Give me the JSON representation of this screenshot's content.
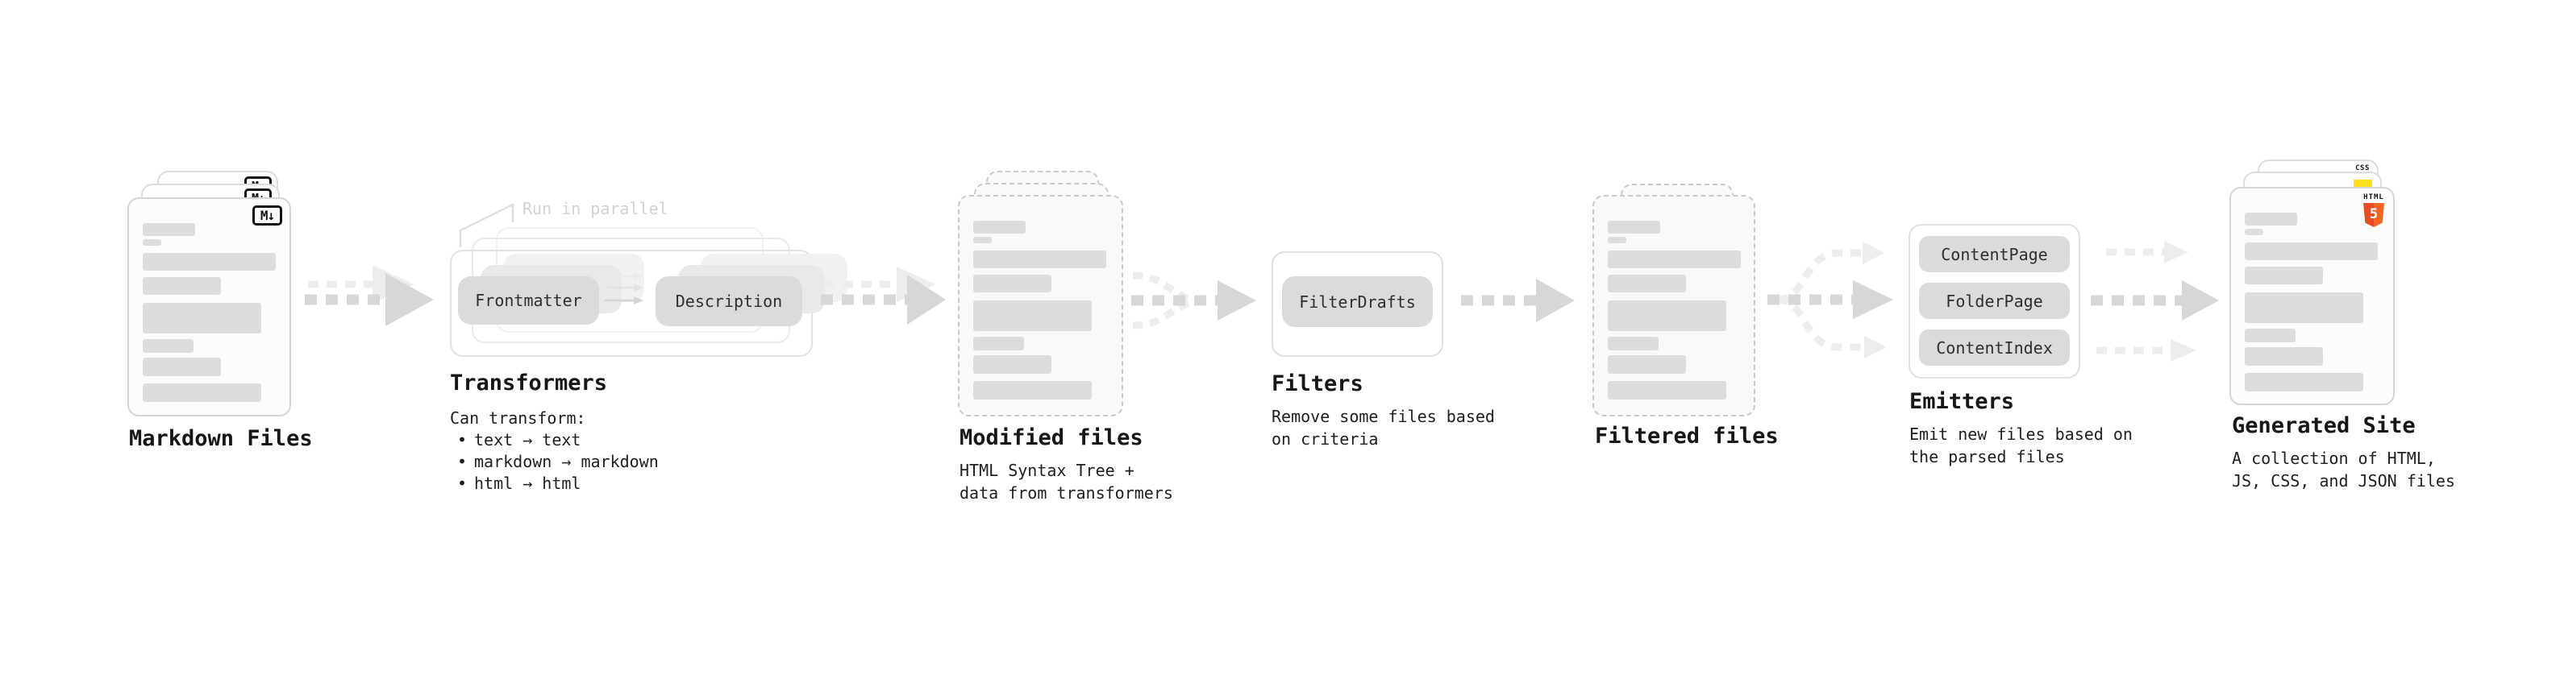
{
  "stages": {
    "markdown": {
      "title": "Markdown Files"
    },
    "transformers": {
      "title": "Transformers",
      "annotation": "Run in parallel",
      "pills": [
        "Frontmatter",
        "Description"
      ],
      "desc_heading": "Can transform:",
      "bullet_char": "•",
      "bullets": [
        "text → text",
        "markdown → markdown",
        "html → html"
      ]
    },
    "modified": {
      "title": "Modified files",
      "subtitle": "HTML Syntax Tree +\ndata from transformers"
    },
    "filters": {
      "title": "Filters",
      "pill": "FilterDrafts",
      "subtitle": "Remove some files based\non criteria"
    },
    "filtered": {
      "title": "Filtered files"
    },
    "emitters": {
      "title": "Emitters",
      "pills": [
        "ContentPage",
        "FolderPage",
        "ContentIndex"
      ],
      "subtitle": "Emit new files based on\nthe parsed files"
    },
    "generated": {
      "title": "Generated Site",
      "subtitle": "A collection of HTML,\nJS, CSS, and JSON files"
    }
  },
  "icons": {
    "markdown_badge": "M↓",
    "css_badge": "CSS",
    "html5_badge_text": "HTML",
    "html5_badge_number": "5"
  },
  "colors": {
    "html5_orange": "#e44d26",
    "js_yellow": "#ffdf1e",
    "css_blue": "#2965f1",
    "skeleton_bar": "#dddddd",
    "arrow_bold": "#d7d7d7",
    "arrow_faint": "#ededed",
    "annotation_gray": "#d2d2d2"
  }
}
